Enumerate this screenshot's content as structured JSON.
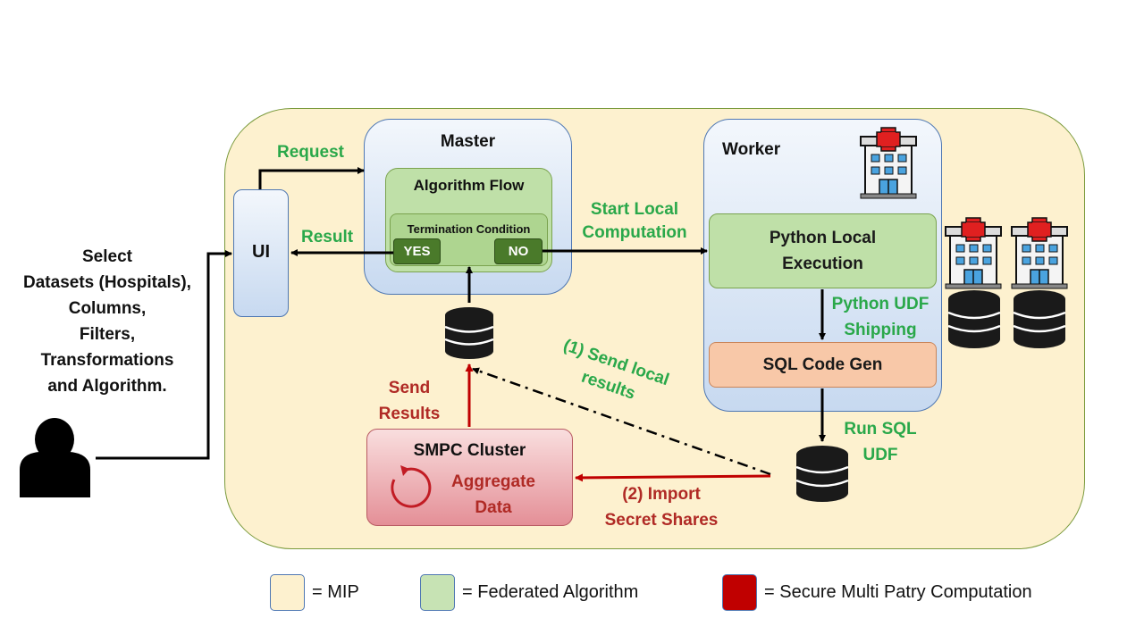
{
  "user_instructions": [
    "Select",
    "Datasets (Hospitals),",
    "Columns,",
    "Filters,",
    "Transformations",
    "and Algorithm."
  ],
  "ui": {
    "label": "UI"
  },
  "master": {
    "title": "Master",
    "algorithm_flow": "Algorithm Flow",
    "termination_condition": "Termination Condition",
    "yes": "YES",
    "no": "NO"
  },
  "worker": {
    "title": "Worker",
    "python_local_execution": [
      "Python Local",
      "Execution"
    ],
    "sql_code_gen": "SQL Code Gen"
  },
  "smpc": {
    "title": "SMPC Cluster",
    "aggregate": [
      "Aggregate",
      "Data"
    ]
  },
  "flow_labels": {
    "request": "Request",
    "result": "Result",
    "start_local": [
      "Start Local",
      "Computation"
    ],
    "python_udf": [
      "Python UDF",
      "Shipping"
    ],
    "run_sql": [
      "Run SQL",
      "UDF"
    ],
    "send_local": [
      "(1) Send local",
      "results"
    ],
    "import_secret": [
      "(2) Import",
      "Secret Shares"
    ],
    "send_results": [
      "Send",
      "Results"
    ]
  },
  "legend": [
    {
      "label": "= MIP",
      "color": "#fdf1cf"
    },
    {
      "label": "= Federated Algorithm",
      "color": "#c7e3b4"
    },
    {
      "label": "= Secure Multi Patry Computation",
      "color": "#c00000"
    }
  ],
  "colors": {
    "mip_background": "#fdf1cf",
    "federated_green": "#2aa84a",
    "smpc_red": "#b02a25",
    "container_blue": "#c7d9f0"
  },
  "icons": [
    "person-icon",
    "hospital-icon",
    "database-icon",
    "refresh-cycle-icon"
  ]
}
